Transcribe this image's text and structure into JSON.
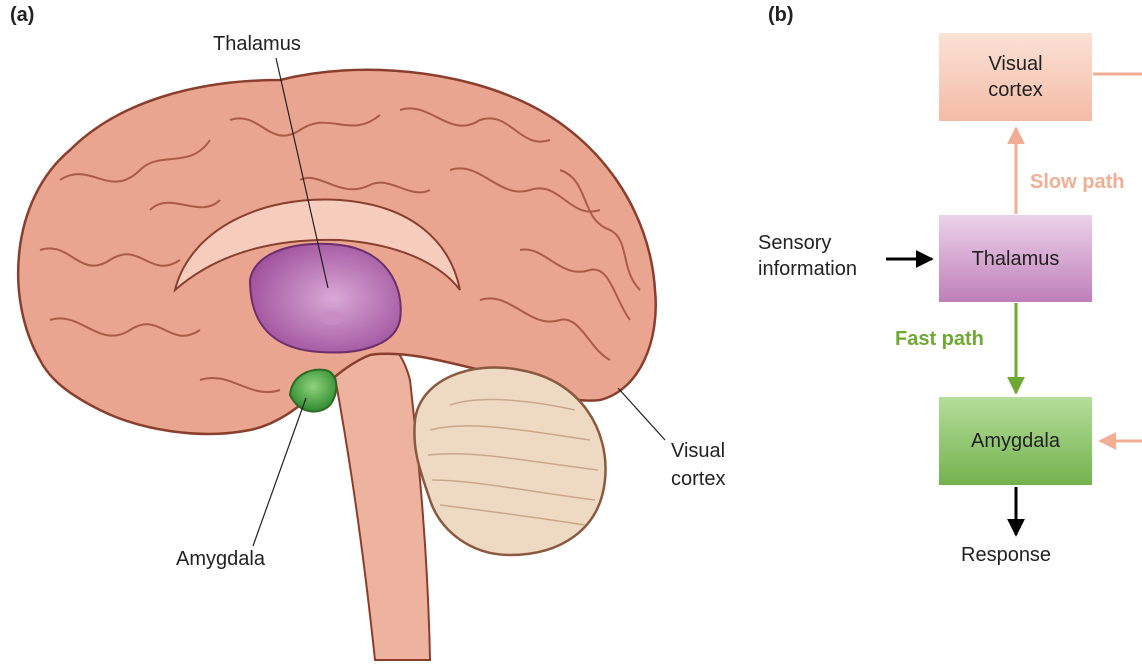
{
  "panel_a": {
    "label": "(a)",
    "thalamus_label": "Thalamus",
    "amygdala_label": "Amygdala",
    "visual_cortex_label_line1": "Visual",
    "visual_cortex_label_line2": "cortex"
  },
  "panel_b": {
    "label": "(b)",
    "visual_cortex_box_line1": "Visual",
    "visual_cortex_box_line2": "cortex",
    "thalamus_box": "Thalamus",
    "amygdala_box": "Amygdala",
    "sensory_line1": "Sensory",
    "sensory_line2": "information",
    "slow_path": "Slow path",
    "fast_path": "Fast path",
    "response": "Response"
  },
  "colors": {
    "brain_pink": "#e9a590",
    "brain_outline": "#8a3f2e",
    "thalamus_purple": "#b66fb0",
    "amygdala_green": "#5cb04a",
    "cerebellum_beige": "#eed9c2",
    "slow_path": "#f2ae95",
    "fast_path": "#6fa832",
    "cortex_box": "#f6c6b3",
    "thalamus_box": "#c98cc3",
    "amygdala_box": "#8ec767"
  }
}
